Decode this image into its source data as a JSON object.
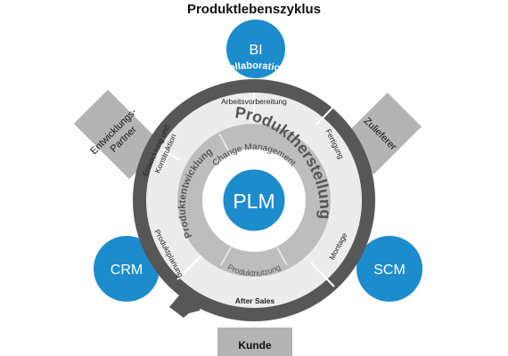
{
  "title": "Produktlebenszyklus",
  "colors": {
    "blue": "#1d8ccc",
    "dark_gray": "#575757",
    "box_gray": "#b4b4b4",
    "segment_fill": "#ececec",
    "inner_ring": "#bdbdbd",
    "white": "#ffffff"
  },
  "external": {
    "bi": "BI",
    "crm": "CRM",
    "scm": "SCM",
    "entwicklungs_partner_line1": "Entwicklungs-",
    "entwicklungs_partner_line2": "Partner",
    "zulieferer": "Zulieferer",
    "kunde": "Kunde"
  },
  "outer_ring": {
    "collaboration": "Collaboration"
  },
  "segments": {
    "arbeitsvorbereitung": "Arbeitsvorbereitung",
    "fertigung": "Fertigung",
    "montage": "Montage",
    "after_sales": "After Sales",
    "produktplanung": "Produktplanung",
    "entwicklung_line1": "Entwicklung und",
    "entwicklung_line2": "Konstruktion"
  },
  "inner_ring": {
    "produktherstellung": "Produktherstellung",
    "produktentwicklung": "Produktentwicklung",
    "produktnutzung": "Produktnutzung",
    "change_management": "Change Management"
  },
  "center": {
    "label": "PLM"
  }
}
